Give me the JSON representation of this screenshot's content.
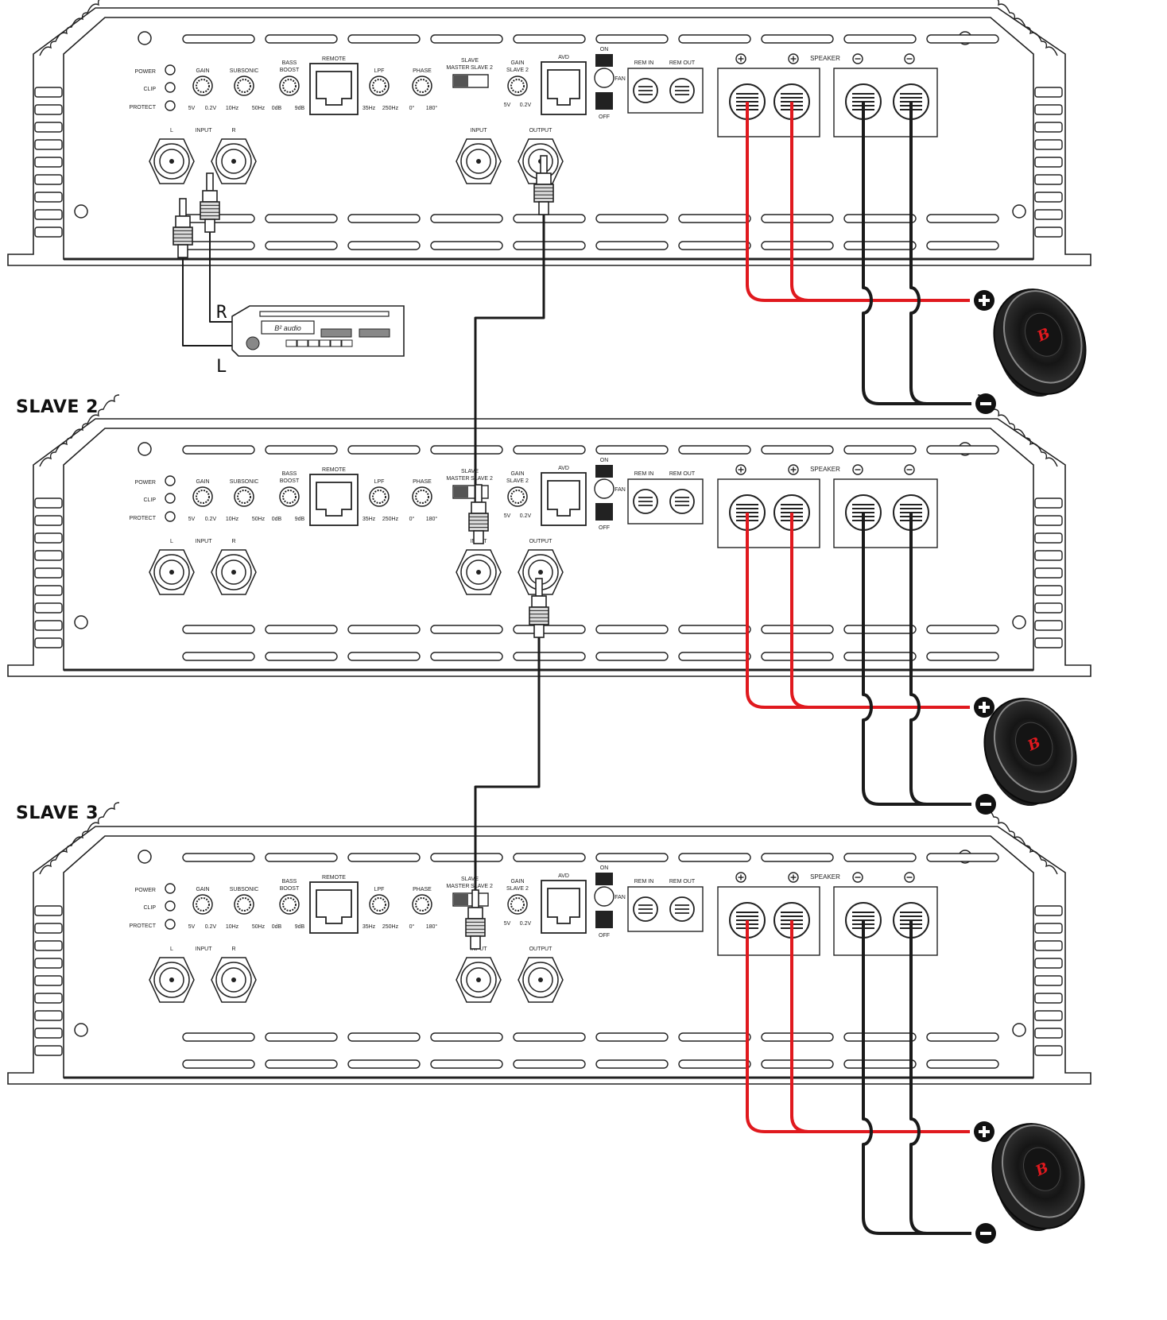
{
  "sections": [
    {
      "title": ""
    },
    {
      "title": "SLAVE 2"
    },
    {
      "title": "SLAVE 3"
    }
  ],
  "panel": {
    "led_power": "POWER",
    "led_clip": "CLIP",
    "led_protect": "PROTECT",
    "gain": "GAIN",
    "gain_min": "5V",
    "gain_max": "0.2V",
    "subsonic": "SUBSONIC",
    "sub_min": "10Hz",
    "sub_max": "50Hz",
    "bass_boost_1": "BASS",
    "bass_boost_2": "BOOST",
    "bass_min": "0dB",
    "bass_max": "9dB",
    "remote": "REMOTE",
    "lpf": "LPF",
    "lpf_min": "35Hz",
    "lpf_max": "250Hz",
    "phase": "PHASE",
    "phase_min": "0°",
    "phase_max": "180°",
    "slave": "SLAVE",
    "master": "MASTER",
    "slave2": "SLAVE 2",
    "gain_slave_1": "GAIN",
    "gain_slave_2": "SLAVE 2",
    "gs_min": "5V",
    "gs_max": "0.2V",
    "avd": "AVD",
    "fan_on": "ON",
    "fan": "FAN",
    "fan_off": "OFF",
    "rem_in": "REM  IN",
    "rem_out": "REM  OUT",
    "speaker": "SPEAKER",
    "in_l": "L",
    "in_label": "INPUT",
    "in_r": "R",
    "slave_input": "INPUT",
    "slave_output": "OUTPUT"
  },
  "head_unit": {
    "brand": "B² audio",
    "wire_r": "R",
    "wire_l": "L"
  },
  "colors": {
    "positive_wire": "#e0191e",
    "negative_wire": "#1a1a1a",
    "signal_wire": "#1a1a1a",
    "outline": "#222222"
  },
  "icons": {
    "speaker": "subwoofer-icon",
    "plus": "plus-terminal-icon",
    "minus": "minus-terminal-icon"
  }
}
